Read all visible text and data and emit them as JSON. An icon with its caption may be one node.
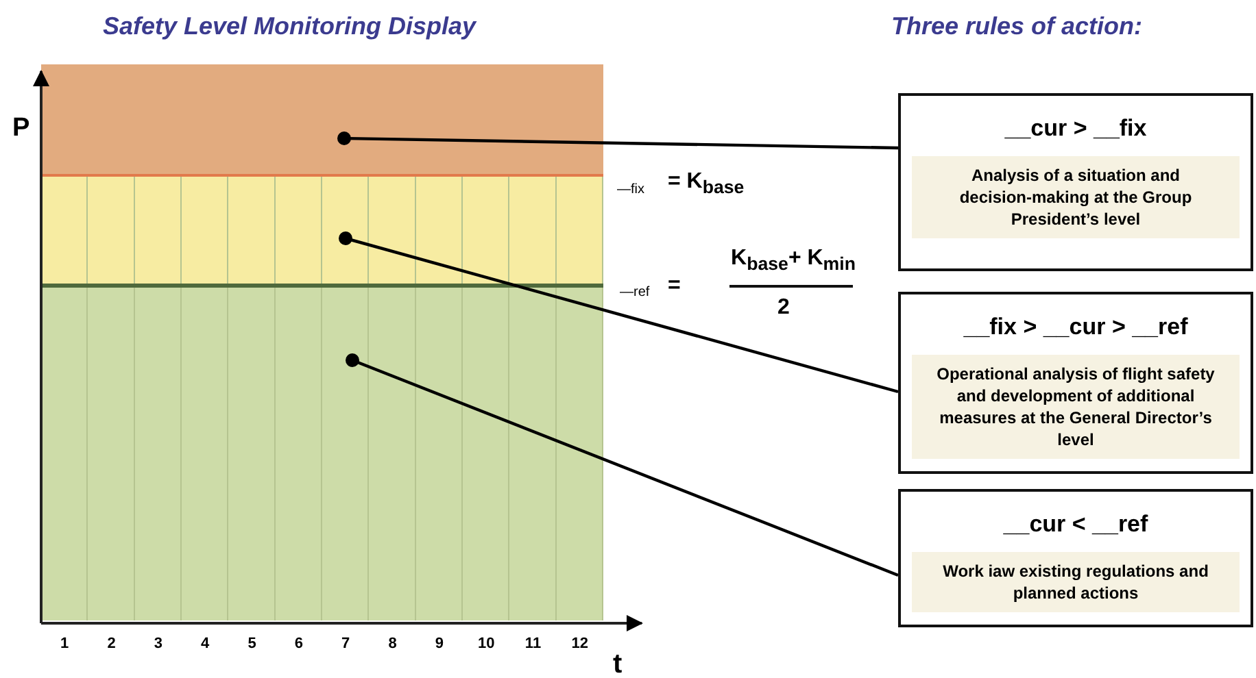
{
  "diagram": {
    "title": "Safety Level Monitoring Display",
    "nodes": [
      {
        "text": [],
        "shape": "bar"
      },
      {
        "text": [],
        "shape": "bar"
      },
      {
        "text": [],
        "shape": "bar"
      },
      {
        "text": [
          "__cur > __fix",
          "Analysis of a situation and decision-making at the Group President’s level"
        ]
      },
      {
        "text": [
          "__fix > __cur > __ref",
          "Operational analysis of flight safety and development of additional measures at the General Director’s level"
        ]
      },
      {
        "text": [
          "__cur < __ref",
          "Work iaw  existing regulations and planned actions"
        ]
      }
    ],
    "edges": [
      {
        "from": 0,
        "to": 3,
        "arrow": "other"
      },
      {
        "from": 1,
        "to": 4,
        "arrow": "other"
      },
      {
        "from": 2,
        "to": 5,
        "arrow": "other"
      }
    ],
    "labels": [
      "Three rules of action:",
      "P",
      "—fix",
      "= K$_{base}$",
      "—ref",
      "=",
      "K$_{base}$+ K$_{min}$",
      "2",
      "1",
      "2",
      "3",
      "4",
      "5",
      "6",
      "7",
      "8",
      "9",
      "10",
      "11",
      "12",
      "t"
    ]
  }
}
